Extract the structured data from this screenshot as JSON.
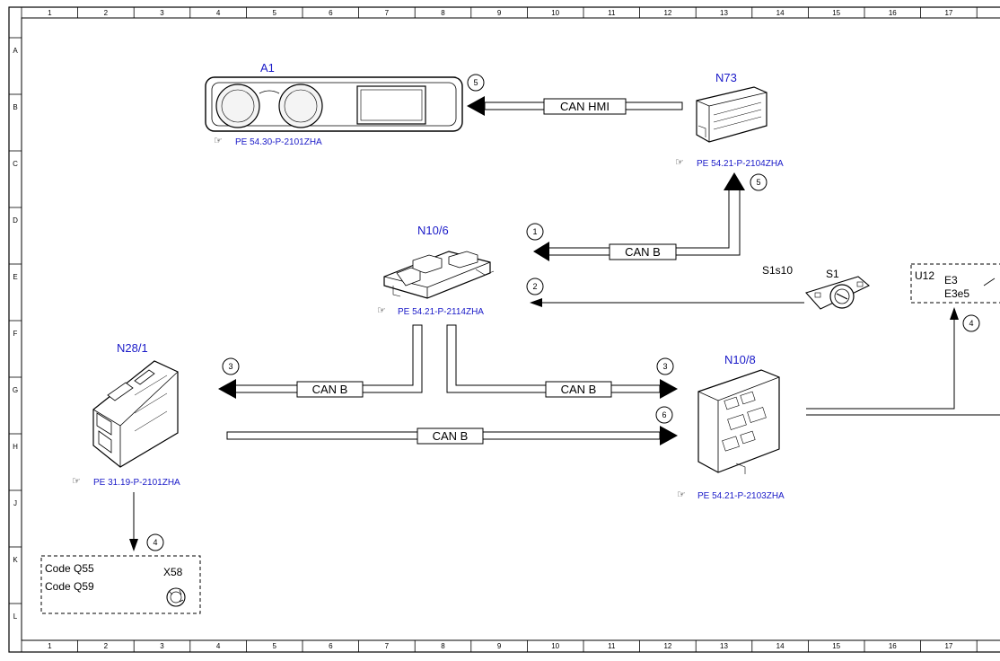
{
  "grid": {
    "columns": [
      "1",
      "2",
      "3",
      "4",
      "5",
      "6",
      "7",
      "8",
      "9",
      "10",
      "11",
      "12",
      "13",
      "14",
      "15",
      "16",
      "17"
    ],
    "rows": [
      "A",
      "B",
      "C",
      "D",
      "E",
      "F",
      "G",
      "H",
      "J",
      "K",
      "L"
    ]
  },
  "components": {
    "a1": {
      "label": "A1",
      "ref": "PE 54.30-P-2101ZHA"
    },
    "n73": {
      "label": "N73",
      "ref": "PE 54.21-P-2104ZHA"
    },
    "n10_6": {
      "label": "N10/6",
      "ref": "PE 54.21-P-2114ZHA"
    },
    "n28_1": {
      "label": "N28/1",
      "ref": "PE 31.19-P-2101ZHA"
    },
    "n10_8": {
      "label": "N10/8",
      "ref": "PE 54.21-P-2103ZHA"
    },
    "s1": {
      "label": "S1",
      "sublabel": "S1s10"
    },
    "u12": {
      "label": "U12",
      "line1": "E3",
      "line2": "E3e5"
    },
    "x58": {
      "label": "X58",
      "line1": "Code Q55",
      "line2": "Code Q59"
    }
  },
  "connections": {
    "can_hmi": "CAN HMI",
    "can_b_top": "CAN B",
    "can_b_left": "CAN B",
    "can_b_right": "CAN B",
    "can_b_bottom": "CAN B"
  },
  "markers": {
    "m_a1": "5",
    "m_n73": "5",
    "m_n10_6_top": "1",
    "m_n10_6_s1": "2",
    "m_n28_1": "3",
    "m_n10_8_top": "3",
    "m_n10_8_bottom": "6",
    "m_x58": "4",
    "m_u12": "4"
  }
}
